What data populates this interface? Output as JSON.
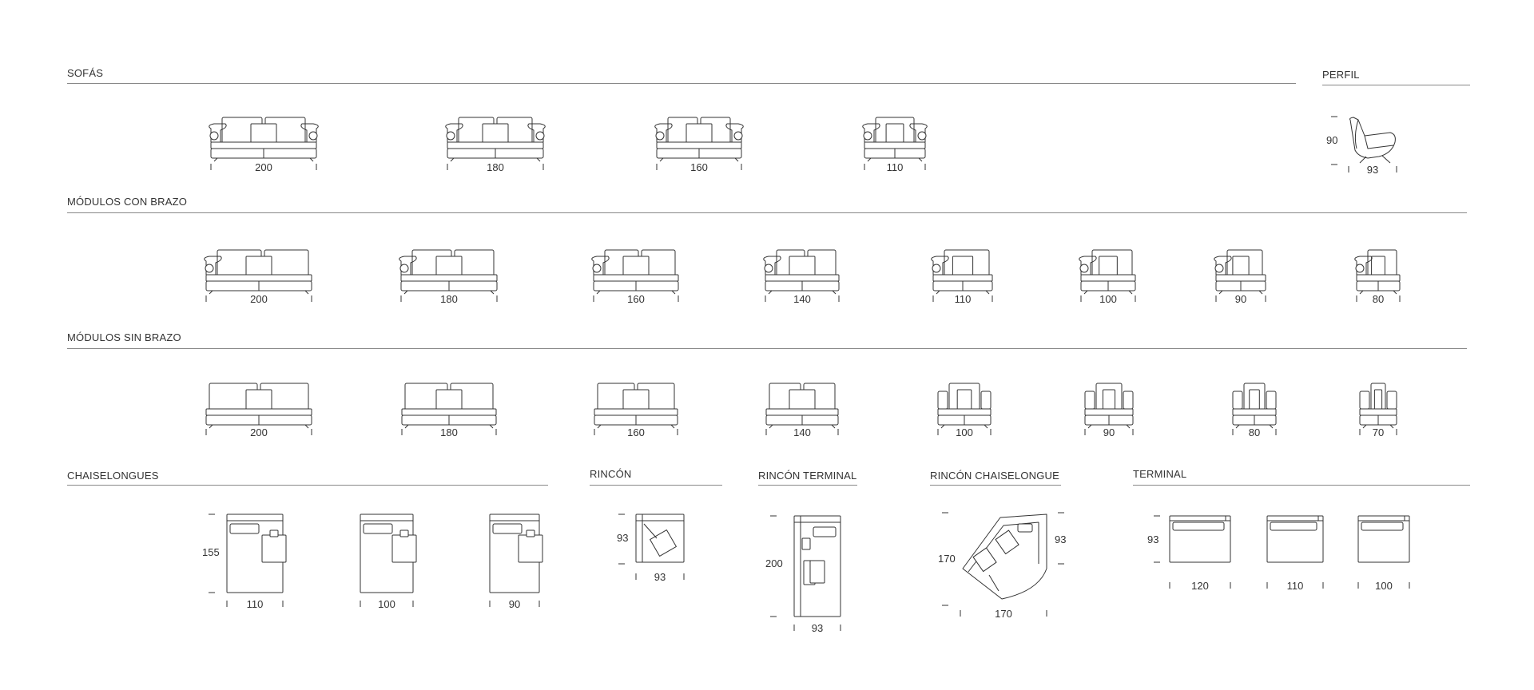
{
  "sections": {
    "sofas": {
      "title": "SOFÁS",
      "widths": [
        "200",
        "180",
        "160",
        "110"
      ]
    },
    "perfil": {
      "title": "PERFIL",
      "height": "90",
      "depth": "93"
    },
    "con_brazo": {
      "title": "MÓDULOS CON BRAZO",
      "widths": [
        "200",
        "180",
        "160",
        "140",
        "110",
        "100",
        "90",
        "80"
      ]
    },
    "sin_brazo": {
      "title": "MÓDULOS SIN BRAZO",
      "widths": [
        "200",
        "180",
        "160",
        "140",
        "100",
        "90",
        "80",
        "70"
      ]
    },
    "chaiselongues": {
      "title": "CHAISELONGUES",
      "depth": "155",
      "widths": [
        "110",
        "100",
        "90"
      ]
    },
    "rincon": {
      "title": "RINCÓN",
      "height": "93",
      "width": "93"
    },
    "rincon_terminal": {
      "title": "RINCÓN TERMINAL",
      "depth": "200",
      "width": "93"
    },
    "rincon_chaiselongue": {
      "title": "RINCÓN CHAISELONGUE",
      "left": "170",
      "right": "93",
      "bottom": "170"
    },
    "terminal": {
      "title": "TERMINAL",
      "depth": "93",
      "widths": [
        "120",
        "110",
        "100"
      ]
    }
  }
}
